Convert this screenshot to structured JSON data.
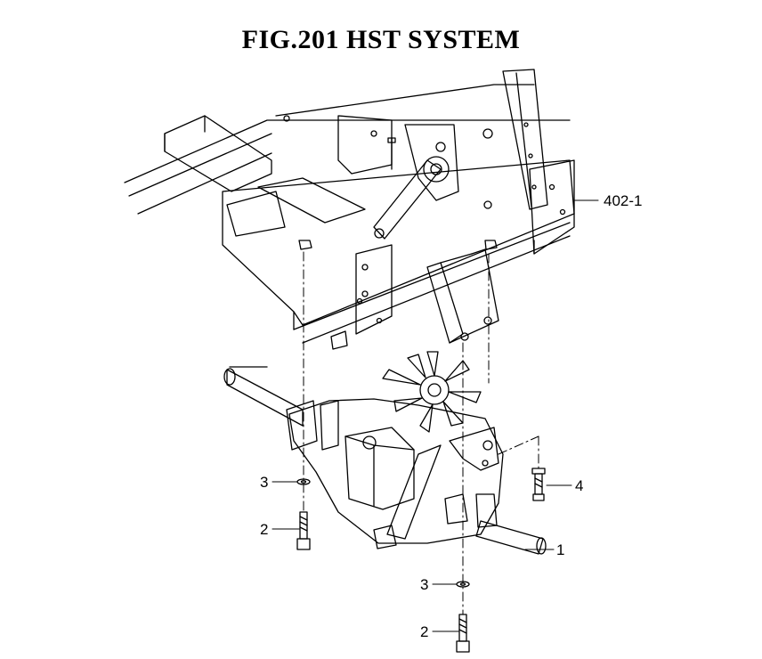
{
  "title": "FIG.201  HST SYSTEM",
  "callouts": {
    "frame_ref": "402-1",
    "washer_upper": "3",
    "bolt_upper": "2",
    "bolt_right": "4",
    "transaxle": "1",
    "washer_lower": "3",
    "bolt_lower": "2"
  },
  "colors": {
    "ink": "#000000",
    "background": "#ffffff"
  }
}
